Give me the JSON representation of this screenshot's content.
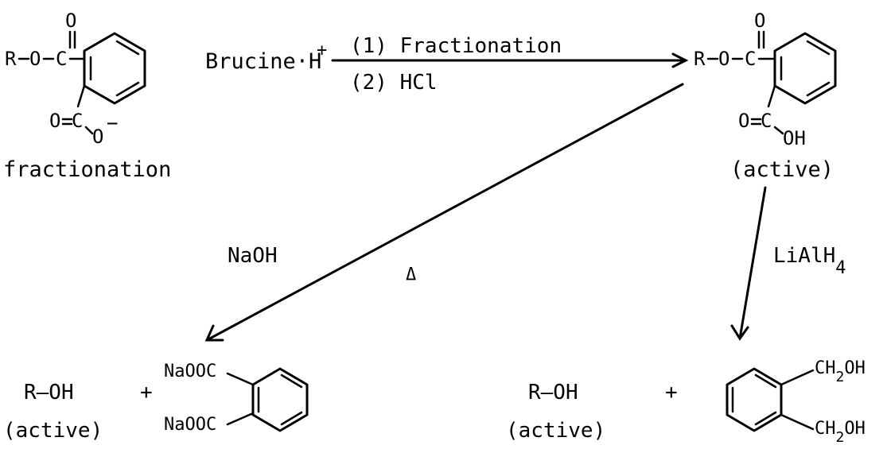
{
  "reactant": {
    "r_group": "R",
    "ester_oxygen": "O",
    "carbonyl_oxygen": "O",
    "carbon": "C",
    "carboxylate_oxygen_double": "O",
    "carboxylate_carbon": "C",
    "carboxylate_oxygen": "O",
    "negative_charge": "−",
    "caption": "fractionation"
  },
  "counterion": {
    "name": "Brucine·H",
    "charge": "+"
  },
  "top_arrow": {
    "step_1": "(1) Fractionation",
    "step_2": "(2) HCl"
  },
  "product_acid": {
    "r_group": "R",
    "ester_oxygen": "O",
    "carbonyl_oxygen": "O",
    "carbon": "C",
    "acid_oxygen_double": "O",
    "acid_carbon": "C",
    "hydroxyl": "OH",
    "caption": "(active)"
  },
  "left_branch": {
    "reagent": "NaOH",
    "heat_symbol": "Δ",
    "alcohol": "R–OH",
    "plus": "+",
    "alcohol_caption": "(active)",
    "salt_top": "NaOOC",
    "salt_bottom": "NaOOC"
  },
  "right_branch": {
    "reagent_base": "LiAlH",
    "reagent_subscript": "4",
    "alcohol": "R–OH",
    "plus": "+",
    "alcohol_caption": "(active)",
    "diol_top_prefix": "CH",
    "diol_top_sub": "2",
    "diol_top_suffix": "OH",
    "diol_bottom_prefix": "CH",
    "diol_bottom_sub": "2",
    "diol_bottom_suffix": "OH"
  }
}
